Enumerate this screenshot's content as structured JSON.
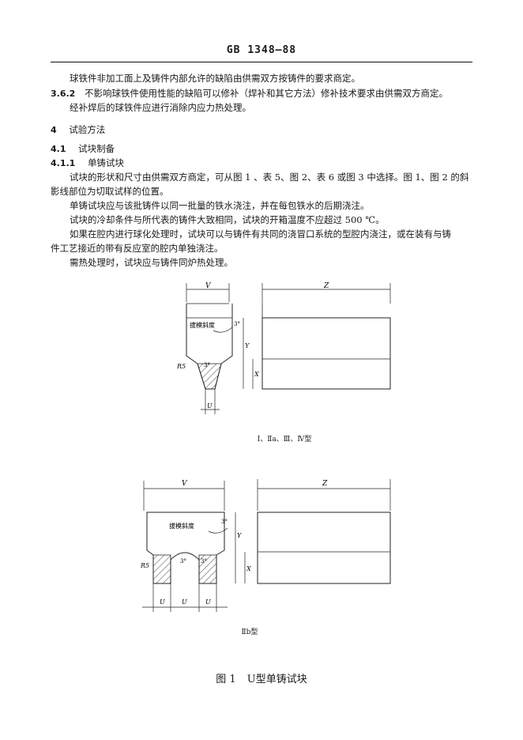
{
  "header": {
    "standard_number": "GB 1348—88"
  },
  "paragraphs": [
    {
      "id": "p0",
      "text": "球铁件非加工面上及铸件内部允许的缺陷由供需双方按铸件的要求商定。"
    },
    {
      "id": "p1",
      "num": "3.6.2",
      "text": "不影响球铁件使用性能的缺陷可以修补（焊补和其它方法）修补技术要求由供需双方商定。"
    },
    {
      "id": "p2",
      "text": "经补焊后的球铁件应进行消除内应力热处理。"
    },
    {
      "id": "p3",
      "num": "4",
      "text": "试验方法"
    },
    {
      "id": "p4",
      "num": "4.1",
      "text": "试块制备"
    },
    {
      "id": "p5",
      "num": "4.1.1",
      "text": "单铸试块"
    },
    {
      "id": "p6",
      "text": "试块的形状和尺寸由供需双方商定，可从图 1 、表 5、图 2、表 6 或图 3 中选择。图 1、图 2 的斜"
    },
    {
      "id": "p7",
      "text": "影线部位为切取试样的位置。"
    },
    {
      "id": "p8",
      "text": "单铸试块应与该批铸件以同一批量的铁水浇注，并在每包铁水的后期浇注。"
    },
    {
      "id": "p9",
      "text": "试块的冷却条件与所代表的铸件大致相同，试块的开箱温度不应超过 500 ℃。"
    },
    {
      "id": "p10",
      "text": "如果在腔内进行球化处理时，试块可以与铸件有共同的浇冒口系统的型腔内浇注，或在装有与铸"
    },
    {
      "id": "p11",
      "text": "件工艺接近的带有反应室的腔内单独浇注。"
    },
    {
      "id": "p12",
      "text": "需热处理时，试块应与铸件同炉热处理。"
    }
  ],
  "figure_top": {
    "labels": {
      "v": "V",
      "z": "Z",
      "y": "Y",
      "x": "X",
      "u": "U",
      "r5": "R5",
      "draft": "拔模斜度",
      "angle_top": "3°",
      "angle_bottom": "3°"
    },
    "subcaption": "Ⅰ、Ⅱa、Ⅲ、Ⅳ型"
  },
  "figure_bottom": {
    "labels": {
      "v": "V",
      "z": "Z",
      "y": "Y",
      "x": "X",
      "u": "U",
      "r5": "R5",
      "draft": "拔模斜度",
      "angle_top": "3°",
      "angle_left": "3°",
      "angle_right": "3°"
    },
    "subcaption": "Ⅱb型"
  },
  "caption": {
    "figure_no": "图 1",
    "title": "U型单铸试块"
  }
}
